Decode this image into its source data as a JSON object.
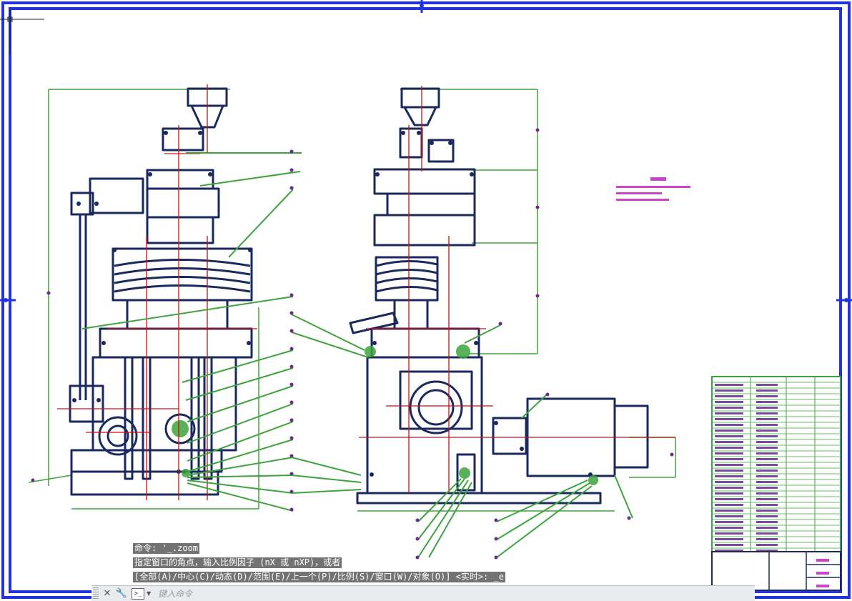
{
  "command_history": [
    "命令: '_.zoom",
    "指定窗口的角点，输入比例因子 (nX 或 nXP)，或者",
    "[全部(A)/中心(C)/动态(D)/范围(E)/上一个(P)/比例(S)/窗口(W)/对象(O)] <实时>: _e"
  ],
  "command_line": {
    "placeholder": "键入命令",
    "close_icon": "close-icon",
    "customize_icon": "wrench-icon",
    "prompt_icon": "command-prompt-icon"
  },
  "colors": {
    "border": "#2233dd",
    "outline": "#1a2a5e",
    "leader": "#3da33d",
    "centerline": "#cc1111",
    "annotation": "#ff3cff"
  }
}
